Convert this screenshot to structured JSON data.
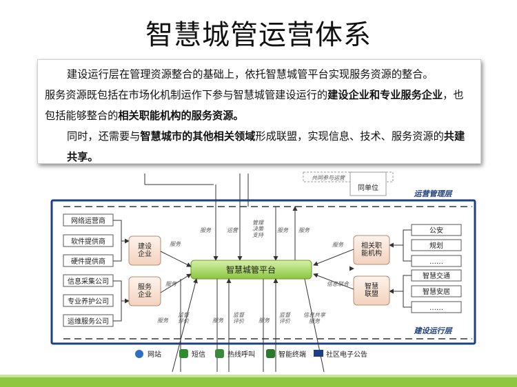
{
  "slide": {
    "title": "智慧城管运营体系",
    "paragraph1": {
      "text1": "建设运行层在管理资源整合的基础上，依托智慧城管平台实现服务资源的整合。",
      "text2": "服务资源既包括在市场化机制运作下参与智慧城管建设运行的",
      "bold1": "建设企业和专业服务企业",
      "text3": "，也包括能够整合的",
      "bold2": "相关职能机构的服务资源。"
    },
    "paragraph2": {
      "text1": "同时，还需要与",
      "bold1": "智慧城市的其他相关领域",
      "text2": "形成联盟，实现信息、技术、服务资源的",
      "bold2": "共建共享。"
    }
  },
  "diagram": {
    "top_partial_label": "共同参与运营",
    "top_unit": [
      "同单位"
    ],
    "layer_ops": "运营管理层",
    "layer_build": "建设运行层",
    "center": "智慧城管平台",
    "left_top": [
      "网络运营商",
      "软件提供商",
      "硬件提供商"
    ],
    "left_bottom": [
      "信息采集公司",
      "专业养护公司",
      "运维服务公司"
    ],
    "mid_left": [
      [
        "建设",
        "企业"
      ],
      [
        "服务",
        "企业"
      ]
    ],
    "mid_right": [
      [
        "相关职",
        "能机构"
      ],
      [
        "智慧",
        "联盟"
      ]
    ],
    "right_top": [
      "公安",
      "规划",
      "……"
    ],
    "right_bottom": [
      "智慧交通",
      "智慧安居",
      "……"
    ],
    "upper_labels": [
      "服务",
      "运营",
      "管理\n决策\n支持",
      "服务",
      "服务"
    ],
    "side_labels": {
      "build_service": "服务",
      "svc_service": "服务",
      "agency_service": "服务",
      "alliance_info": "信息联合"
    },
    "bottom_labels": [
      "服务",
      "监督\n评价",
      "服务",
      "监督\n评价",
      "服务",
      "监督\n评价",
      "信息共享\n服务"
    ],
    "channels": [
      "网站",
      "短信",
      "热线呼叫",
      "智能终端",
      "社区电子公告"
    ]
  }
}
